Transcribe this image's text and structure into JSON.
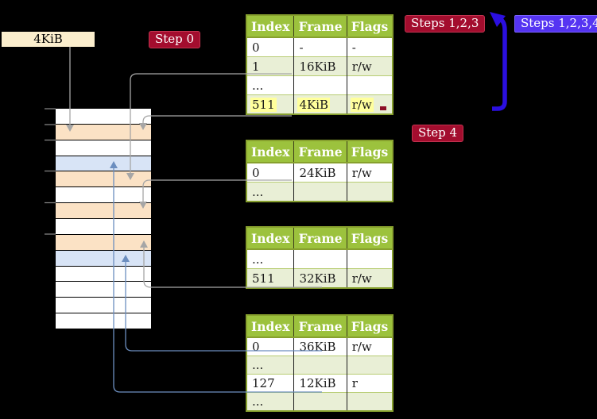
{
  "colors": {
    "frame_peach": "#fbe2c5",
    "page_blue": "#d8e4f6",
    "table_header": "#9cc23d",
    "table_border": "#87a02e",
    "row_green": "#e9efd6",
    "highlight": "#ffff9c",
    "cream": "#fbeecd",
    "badge_red": "#a30d2e",
    "badge_blue": "#5534f2",
    "line_gray": "#a6a6a6",
    "line_blue": "#6c8ebf",
    "arrow_blue": "#2b0fe0",
    "red_dash": "#8c0f26"
  },
  "frame_size_label": "4KiB",
  "badges": {
    "step0": "Step 0",
    "steps123": "Steps 1,2,3",
    "steps1234": "Steps 1,2,3,4",
    "step4": "Step 4"
  },
  "page_tables": {
    "columns": [
      "Index",
      "Frame",
      "Flags"
    ],
    "table_1": {
      "rows": [
        {
          "cells": [
            "0",
            "-",
            "-"
          ]
        },
        {
          "cells": [
            "1",
            "16KiB",
            "r/w"
          ]
        },
        {
          "cells": [
            "...",
            "",
            ""
          ]
        },
        {
          "cells": [
            "511",
            "4KiB",
            "r/w"
          ],
          "hl": true
        }
      ]
    },
    "table_2": {
      "rows": [
        {
          "cells": [
            "0",
            "24KiB",
            "r/w"
          ]
        },
        {
          "cells": [
            "...",
            "",
            ""
          ]
        }
      ]
    },
    "table_3": {
      "rows": [
        {
          "cells": [
            "...",
            "",
            ""
          ]
        },
        {
          "cells": [
            "511",
            "32KiB",
            "r/w"
          ]
        }
      ]
    },
    "table_4": {
      "rows": [
        {
          "cells": [
            "0",
            "36KiB",
            "r/w"
          ]
        },
        {
          "cells": [
            "...",
            "",
            ""
          ]
        },
        {
          "cells": [
            "127",
            "12KiB",
            "r"
          ]
        },
        {
          "cells": [
            "...",
            "",
            ""
          ]
        }
      ]
    }
  },
  "memory": {
    "rows": [
      "empty",
      "table",
      "empty",
      "page",
      "table",
      "empty",
      "table",
      "empty",
      "table",
      "page",
      "empty",
      "empty",
      "empty",
      "empty"
    ]
  }
}
